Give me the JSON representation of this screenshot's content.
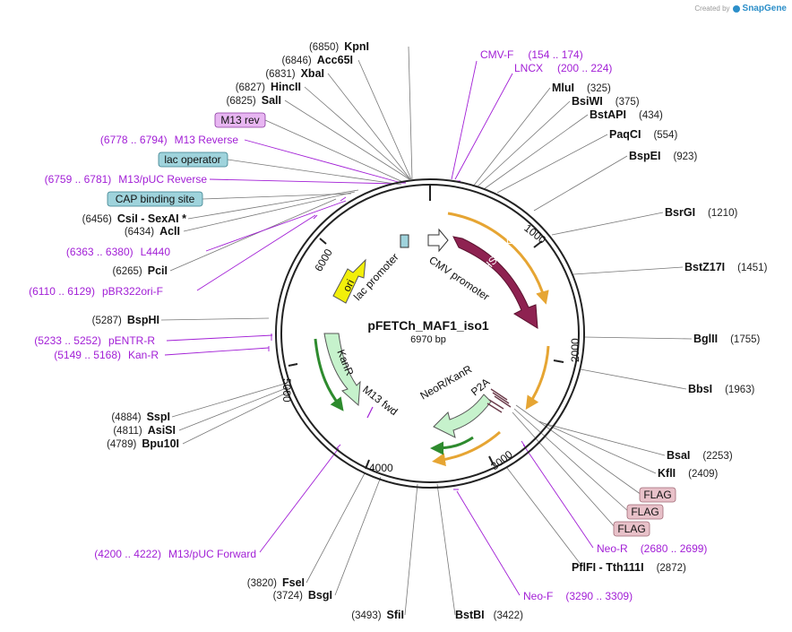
{
  "credit": {
    "created_by": "Created by",
    "brand": "SnapGene"
  },
  "plasmid": {
    "name": "pFETCh_MAF1_iso1",
    "size_label": "6970 bp",
    "length": 6970
  },
  "ticks": [
    "1000",
    "2000",
    "3000",
    "4000",
    "5000",
    "6000"
  ],
  "left_sites": [
    {
      "pos": "(6850)",
      "name": "KpnI"
    },
    {
      "pos": "(6846)",
      "name": "Acc65I"
    },
    {
      "pos": "(6831)",
      "name": "XbaI"
    },
    {
      "pos": "(6827)",
      "name": "HincII"
    },
    {
      "pos": "(6825)",
      "name": "SalI"
    },
    {
      "pos": "(6456)",
      "name": "CsiI  -  SexAI *"
    },
    {
      "pos": "(6434)",
      "name": "AclI"
    },
    {
      "pos": "(6265)",
      "name": "PciI"
    },
    {
      "pos": "(5287)",
      "name": "BspHI"
    },
    {
      "pos": "(4884)",
      "name": "SspI"
    },
    {
      "pos": "(4811)",
      "name": "AsiSI"
    },
    {
      "pos": "(4789)",
      "name": "Bpu10I"
    },
    {
      "pos": "(3820)",
      "name": "FseI"
    },
    {
      "pos": "(3724)",
      "name": "BsgI"
    },
    {
      "pos": "(3493)",
      "name": "SfiI"
    }
  ],
  "right_sites": [
    {
      "name": "MluI",
      "pos": "(325)"
    },
    {
      "name": "BsiWI",
      "pos": "(375)"
    },
    {
      "name": "BstAPI",
      "pos": "(434)"
    },
    {
      "name": "PaqCI",
      "pos": "(554)"
    },
    {
      "name": "BspEI",
      "pos": "(923)"
    },
    {
      "name": "BsrGI",
      "pos": "(1210)"
    },
    {
      "name": "BstZ17I",
      "pos": "(1451)"
    },
    {
      "name": "BglII",
      "pos": "(1755)"
    },
    {
      "name": "BbsI",
      "pos": "(1963)"
    },
    {
      "name": "BsaI",
      "pos": "(2253)"
    },
    {
      "name": "KflI",
      "pos": "(2409)"
    },
    {
      "name": "PflFI  -  Tth111I",
      "pos": "(2872)"
    },
    {
      "name": "BstBI",
      "pos": "(3422)"
    }
  ],
  "primers": [
    {
      "name": "CMV-F",
      "range": "(154 .. 174)"
    },
    {
      "name": "LNCX",
      "range": "(200 .. 224)"
    },
    {
      "name": "M13 Reverse",
      "range": "(6778 .. 6794)"
    },
    {
      "name": "M13/pUC Reverse",
      "range": "(6759 .. 6781)"
    },
    {
      "name": "L4440",
      "range": "(6363 .. 6380)"
    },
    {
      "name": "pBR322ori-F",
      "range": "(6110 .. 6129)"
    },
    {
      "name": "pENTR-R",
      "range": "(5233 .. 5252)"
    },
    {
      "name": "Kan-R",
      "range": "(5149 .. 5168)"
    },
    {
      "name": "M13/pUC Forward",
      "range": "(4200 .. 4222)"
    },
    {
      "name": "Neo-R",
      "range": "(2680 .. 2699)"
    },
    {
      "name": "Neo-F",
      "range": "(3290 .. 3309)"
    }
  ],
  "boxed_labels": {
    "m13rev": "M13 rev",
    "lac_operator": "lac operator",
    "cap": "CAP binding site",
    "flag1": "FLAG",
    "flag2": "FLAG",
    "flag3": "FLAG"
  },
  "features": {
    "hsv_tk": "HSV TK",
    "cmv": "CMV promoter",
    "lac": "lac promoter",
    "ori": "ori",
    "kanr": "KanR",
    "m13fwd": "M13 fwd",
    "neokanr": "NeoR/KanR",
    "p2a": "P2A"
  },
  "colors": {
    "primer": "#a21fd6",
    "hsv": "#8e2251",
    "ori": "#f2ef0a",
    "kan": "#c6f2cc",
    "orf": "#e6a533",
    "lacop": "#9fd3dc",
    "m13rev_box": "#e8b6f2",
    "flag_box": "#e8c1c9"
  }
}
